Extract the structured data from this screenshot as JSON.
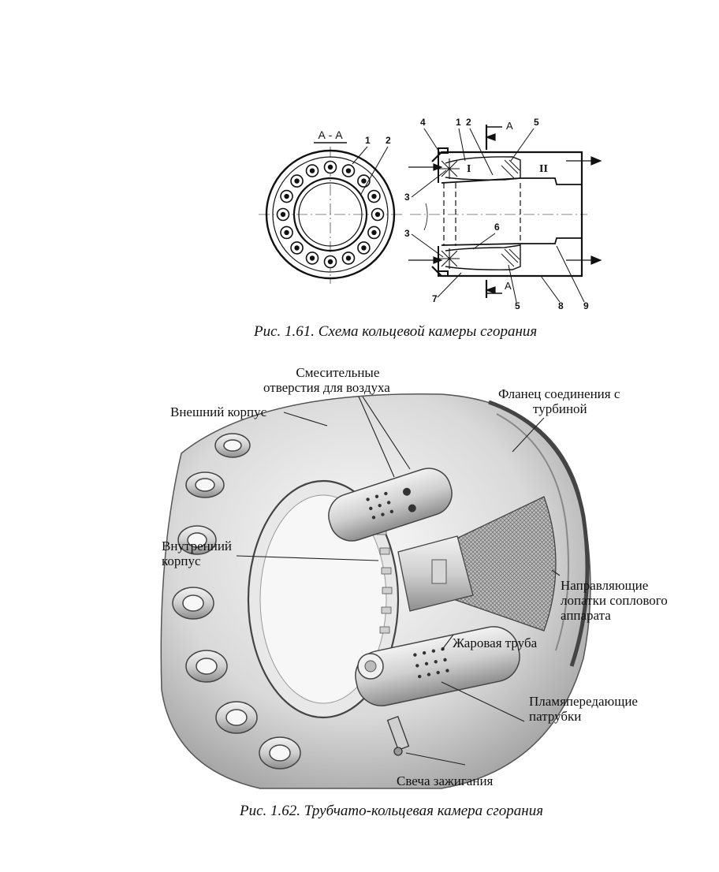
{
  "fig161": {
    "section_label": "А - А",
    "cut_marker": "А",
    "callouts": [
      "1",
      "2",
      "3",
      "4",
      "5",
      "6",
      "7",
      "8",
      "9"
    ],
    "zone_1": "I",
    "zone_2": "II",
    "caption": "Рис. 1.61. Схема кольцевой камеры сгорания"
  },
  "fig162": {
    "labels": {
      "mixing_holes_l1": "Смесительные",
      "mixing_holes_l2": "отверстия для воздуха",
      "turbine_flange_l1": "Фланец соединения с",
      "turbine_flange_l2": "турбиной",
      "outer_casing": "Внешний корпус",
      "inner_casing_l1": "Внутренний",
      "inner_casing_l2": "корпус",
      "nozzle_vanes_l1": "Направляющие",
      "nozzle_vanes_l2": "лопатки соплового",
      "nozzle_vanes_l3": "аппарата",
      "flame_tube": "Жаровая труба",
      "crossfire_tubes_l1": "Пламяпередающие",
      "crossfire_tubes_l2": "патрубки",
      "spark_plug": "Свеча зажигания"
    },
    "caption": "Рис. 1.62. Трубчато-кольцевая камера сгорания"
  }
}
